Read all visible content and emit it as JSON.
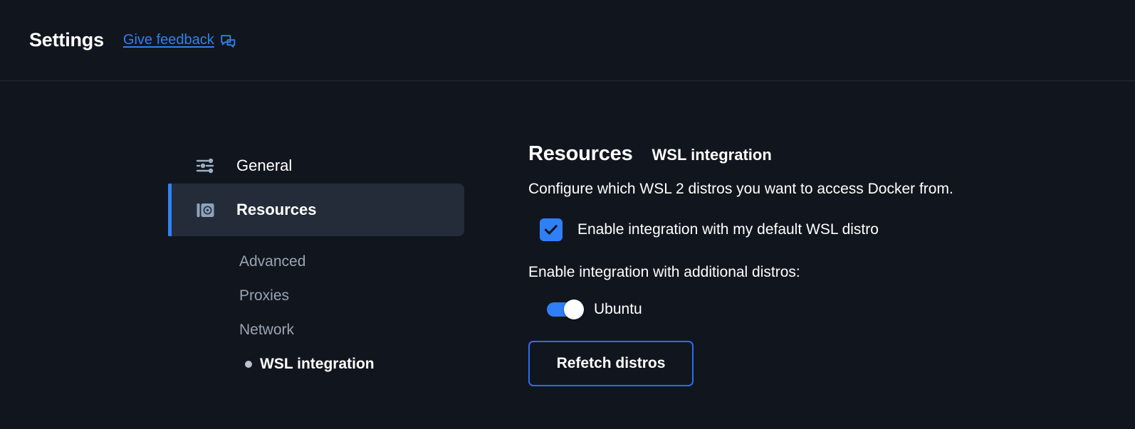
{
  "header": {
    "title": "Settings",
    "feedback_label": "Give feedback",
    "feedback_icon": "speech-bubbles-icon"
  },
  "sidebar": {
    "items": [
      {
        "label": "General",
        "icon": "sliders-icon",
        "selected": false
      },
      {
        "label": "Resources",
        "icon": "disk-drive-icon",
        "selected": true
      }
    ],
    "subitems": [
      {
        "label": "Advanced",
        "active": false
      },
      {
        "label": "Proxies",
        "active": false
      },
      {
        "label": "Network",
        "active": false
      },
      {
        "label": "WSL integration",
        "active": true
      }
    ]
  },
  "main": {
    "heading": "Resources",
    "subheading": "WSL integration",
    "description": "Configure which WSL 2 distros you want to access Docker from.",
    "default_distro_checkbox": {
      "label": "Enable integration with my default WSL distro",
      "checked": true
    },
    "additional_distros_label": "Enable integration with additional distros:",
    "distros": [
      {
        "name": "Ubuntu",
        "enabled": true
      }
    ],
    "refetch_button_label": "Refetch distros"
  },
  "colors": {
    "background": "#11161e",
    "accent_blue": "#2f80f6",
    "selected_row": "#232c38",
    "muted_text": "#9aa4b2",
    "divider": "#222a35"
  }
}
